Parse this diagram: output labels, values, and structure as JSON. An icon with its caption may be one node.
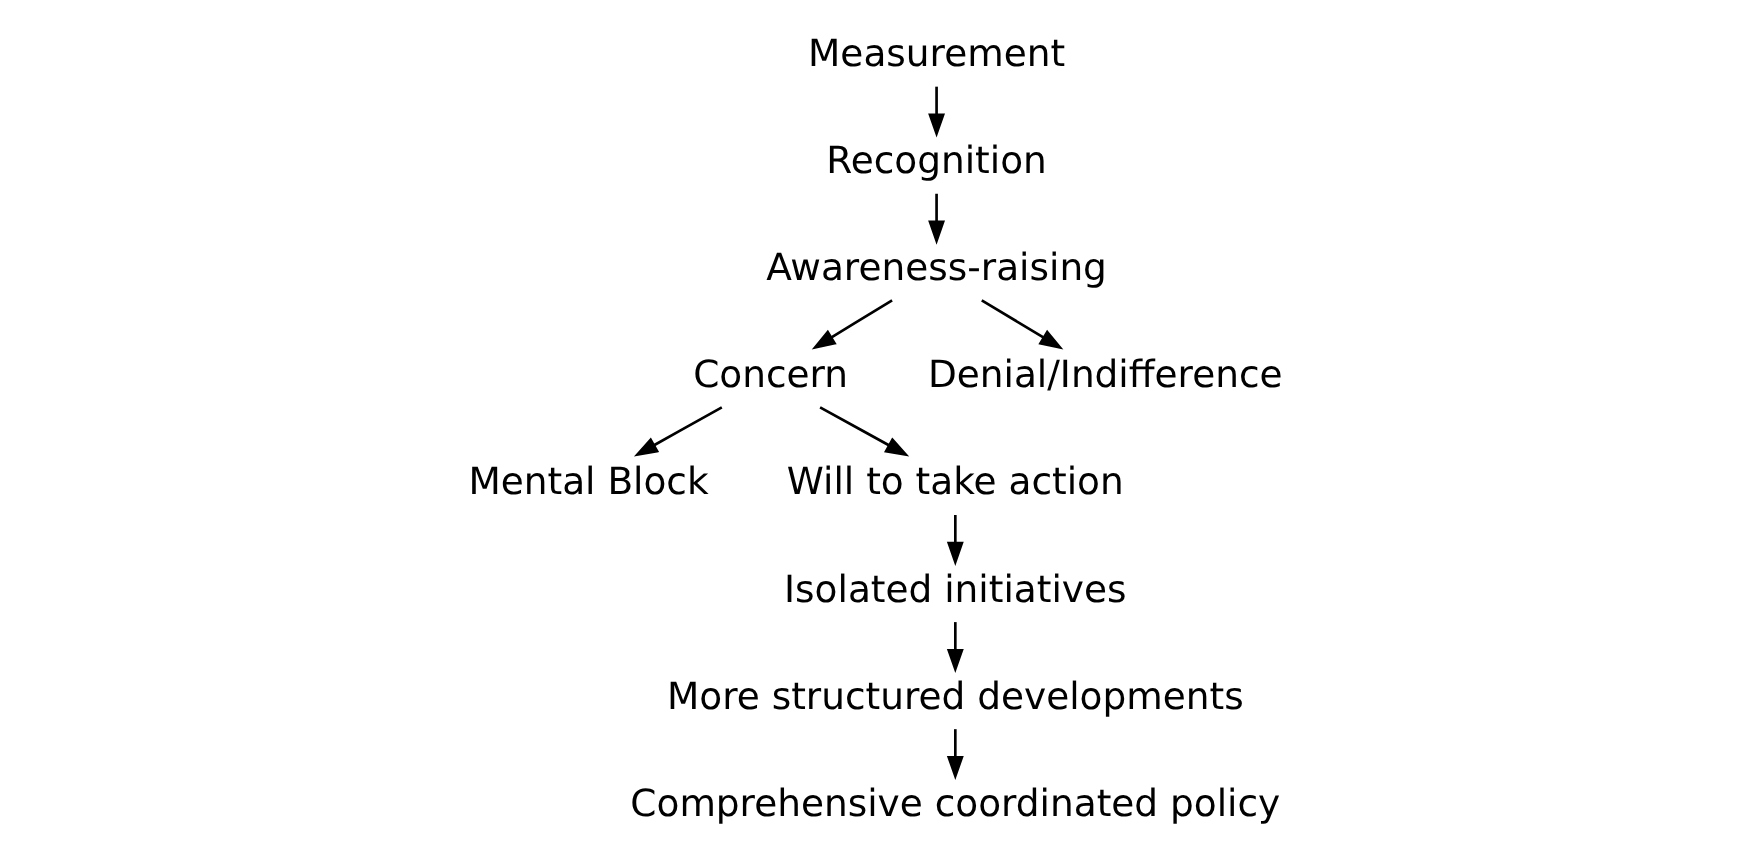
{
  "diagram": {
    "nodes": [
      {
        "text": [
          "Measurement"
        ]
      },
      {
        "text": [
          "Recognition"
        ]
      },
      {
        "text": [
          "Awareness-raising"
        ]
      },
      {
        "text": [
          "Concern"
        ]
      },
      {
        "text": [
          "Denial/Indifference"
        ]
      },
      {
        "text": [
          "Mental Block"
        ]
      },
      {
        "text": [
          "Will to take action"
        ]
      },
      {
        "text": [
          "Isolated initiatives"
        ]
      },
      {
        "text": [
          "More structured developments"
        ]
      },
      {
        "text": [
          "Comprehensive coordinated policy"
        ]
      }
    ],
    "edges": [
      {
        "from": 0,
        "to": 1,
        "arrow": "to"
      },
      {
        "from": 1,
        "to": 2,
        "arrow": "to"
      },
      {
        "from": 2,
        "to": 3,
        "arrow": "to"
      },
      {
        "from": 2,
        "to": 4,
        "arrow": "to"
      },
      {
        "from": 3,
        "to": 5,
        "arrow": "to"
      },
      {
        "from": 3,
        "to": 6,
        "arrow": "to"
      },
      {
        "from": 6,
        "to": 7,
        "arrow": "to"
      },
      {
        "from": 7,
        "to": 8,
        "arrow": "to"
      },
      {
        "from": 8,
        "to": 9,
        "arrow": "to"
      }
    ]
  }
}
